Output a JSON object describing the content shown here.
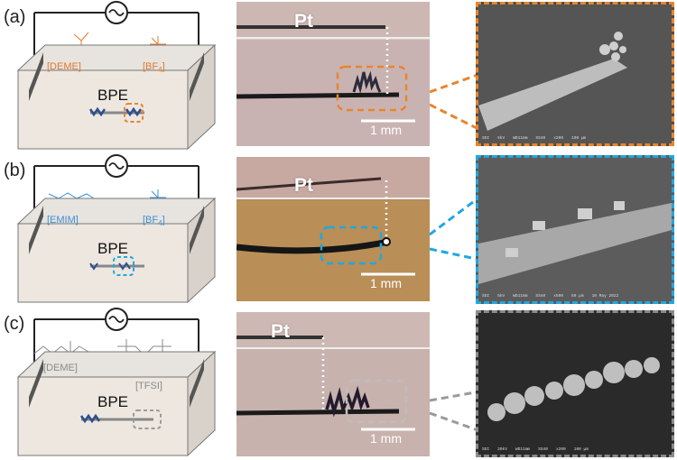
{
  "panels": [
    {
      "label": "(a)",
      "bpe_label": "BPE",
      "cation": "[DEME]",
      "anion": "[BF4]",
      "anion_sub": "4",
      "ion_color": "#e07a30",
      "pt_label": "Pt",
      "scale_label": "1 mm",
      "highlight_color": "#e8852c",
      "sem_footer": [
        "SEI",
        "5kV",
        "WD11mm",
        "SS40",
        "x200",
        "100 µm"
      ]
    },
    {
      "label": "(b)",
      "bpe_label": "BPE",
      "cation": "[EMIM]",
      "anion": "[BF4]",
      "anion_sub": "4",
      "ion_color": "#3a8fd9",
      "pt_label": "Pt",
      "scale_label": "1 mm",
      "highlight_color": "#1fa8e0",
      "sem_footer": [
        "SEI",
        "5kV",
        "WD11mm",
        "SS40",
        "x500",
        "50 µm",
        "10 May 2022"
      ]
    },
    {
      "label": "(c)",
      "bpe_label": "BPE",
      "cation": "[DEME]",
      "anion": "[TFSI]",
      "anion_sub": "",
      "ion_color": "#8a8a8a",
      "pt_label": "Pt",
      "scale_label": "1 mm",
      "highlight_color": "#9a9a9a",
      "sem_footer": [
        "SEI",
        "20kV",
        "WD11mm",
        "SS40",
        "x200",
        "100 µm"
      ]
    }
  ]
}
